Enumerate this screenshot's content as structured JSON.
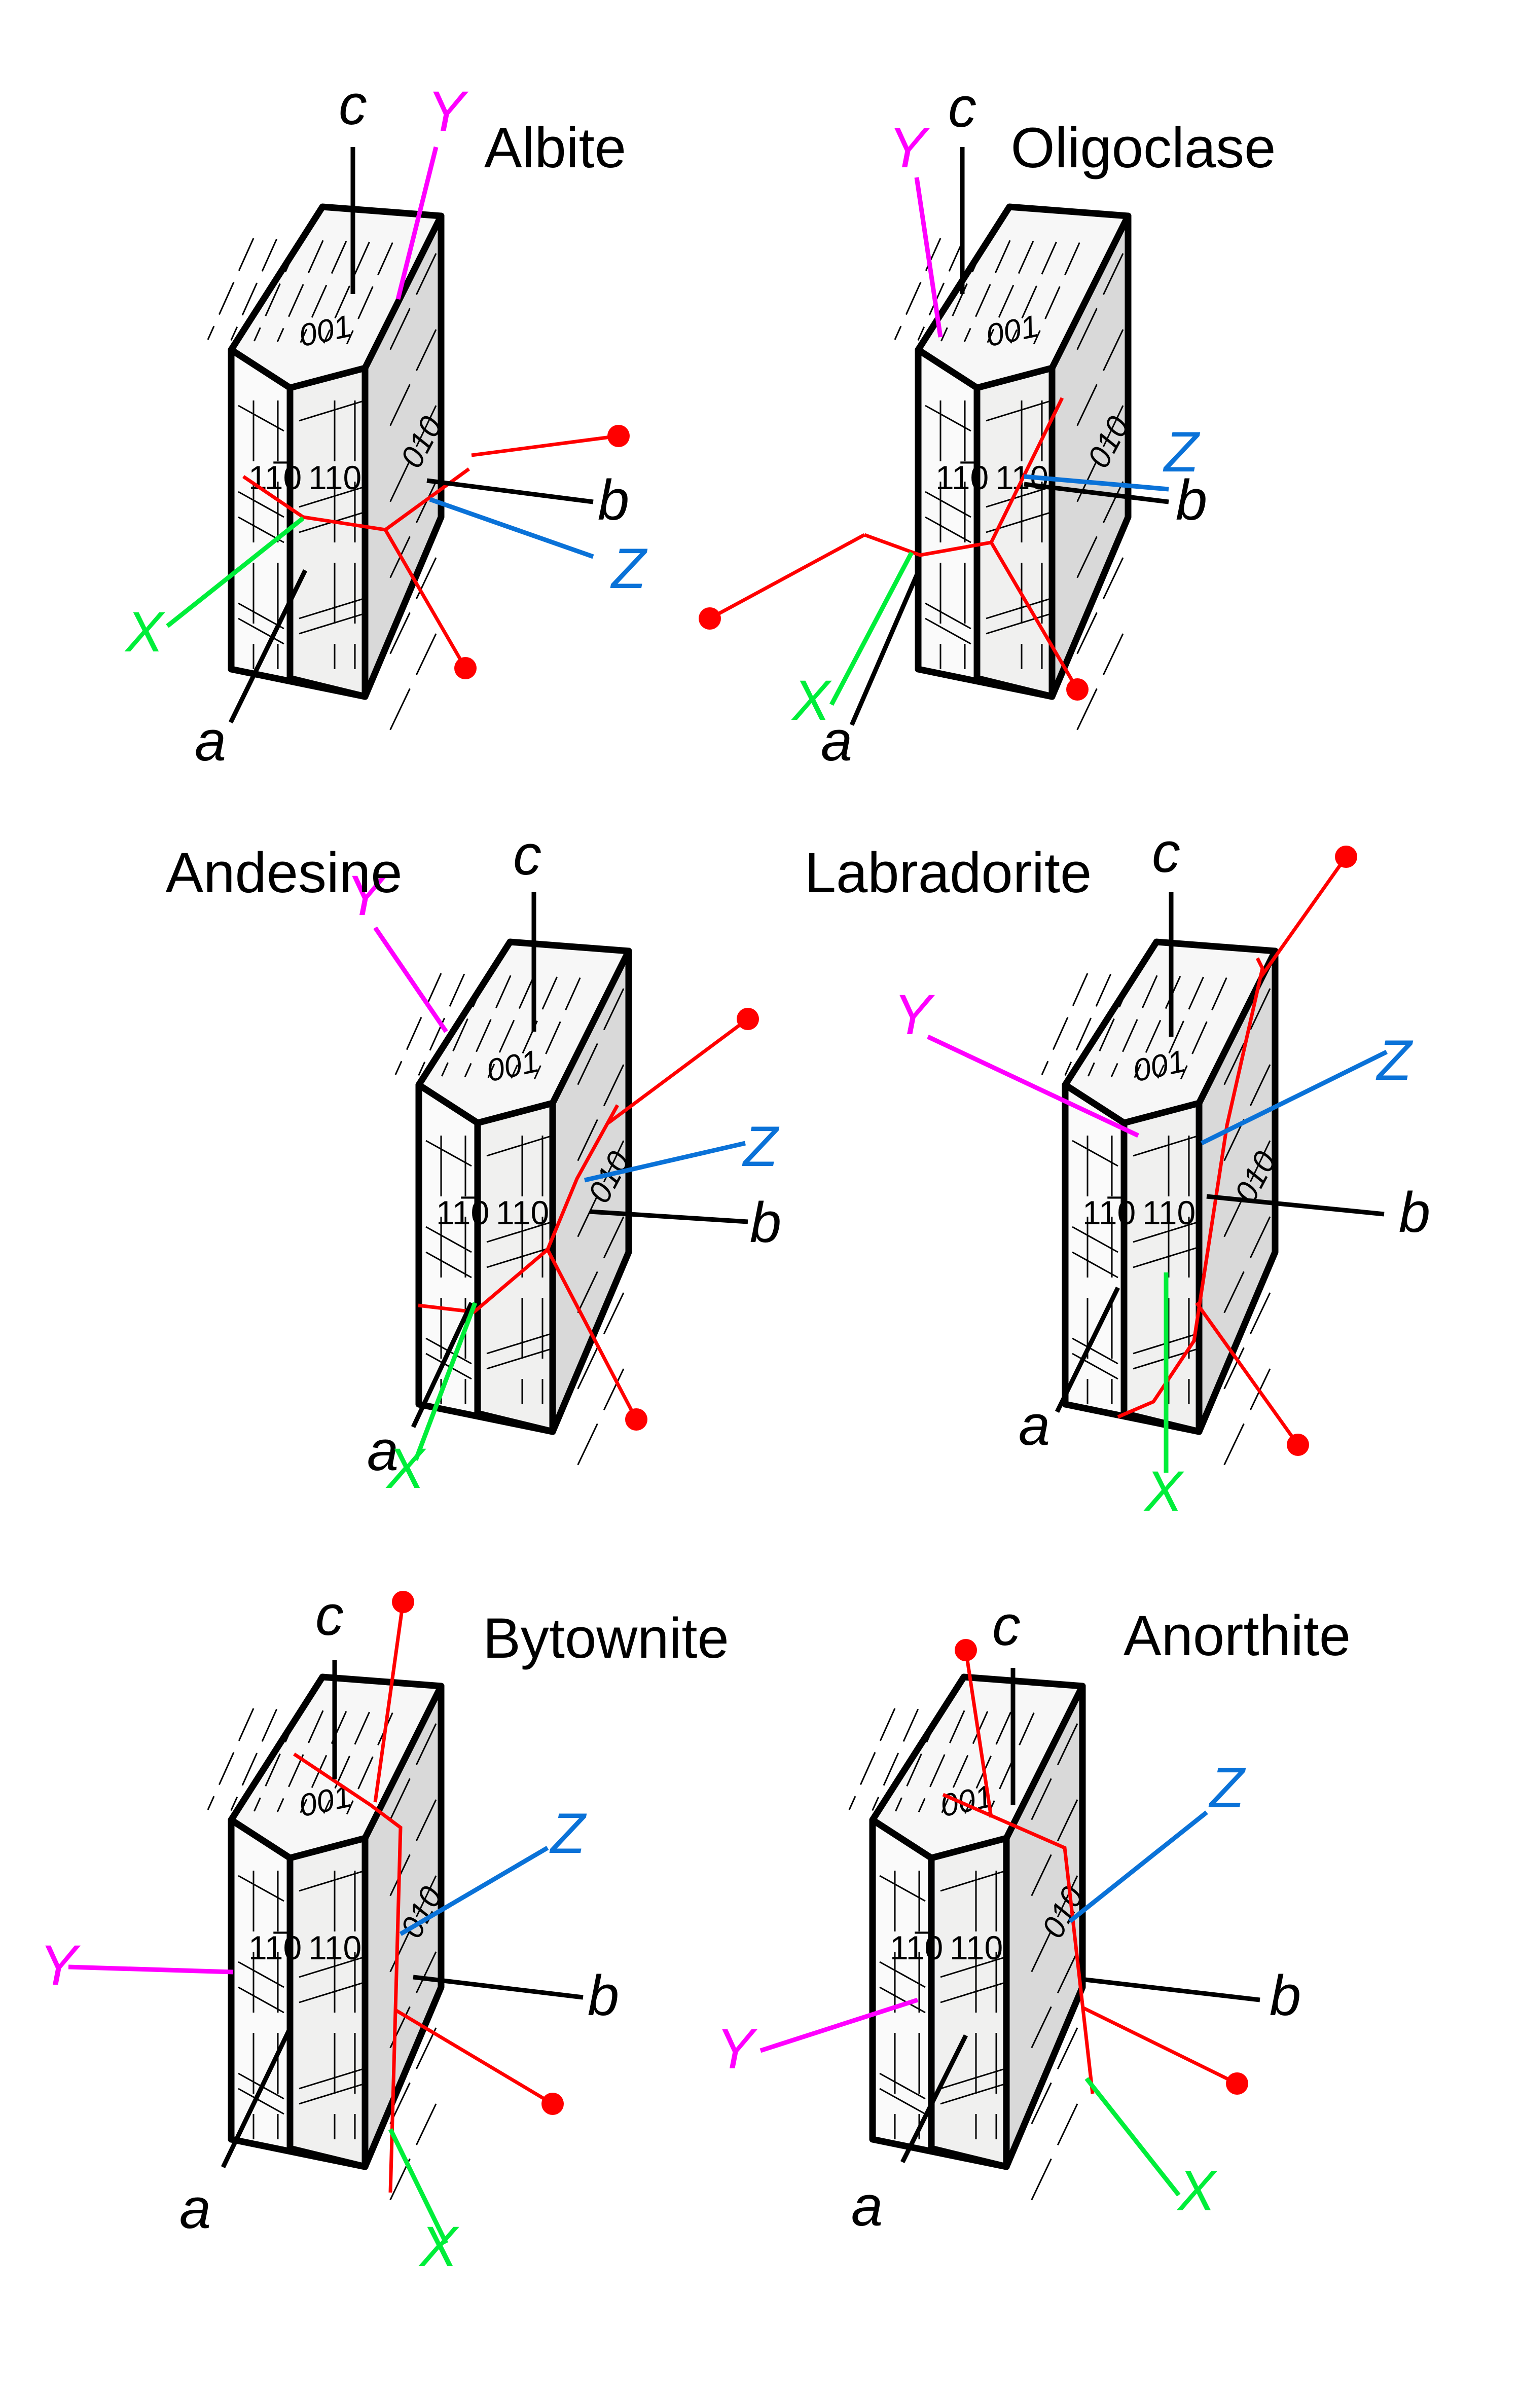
{
  "figure": {
    "title": "Optical orientation of plagioclase feldspars",
    "colors": {
      "crystal_axis": "#000000",
      "X": "#00ee3a",
      "Y": "#ff00ff",
      "Z": "#0a72d8",
      "optic_axis": "#ff0000",
      "face_top": "#f7f7f7",
      "face_front": "#f0f0ef",
      "face_left": "#fafafa",
      "face_side": "#d9d9d9"
    },
    "axis_labels": {
      "a": "a",
      "b": "b",
      "c": "c",
      "X": "X",
      "Y": "Y",
      "Z": "Z"
    },
    "face_labels": {
      "f001": "001",
      "f010": "010",
      "f110": "110",
      "f1bar10": "11̅0"
    },
    "panels": [
      {
        "id": "albite",
        "name": "Albite"
      },
      {
        "id": "oligoclase",
        "name": "Oligoclase"
      },
      {
        "id": "andesine",
        "name": "Andesine"
      },
      {
        "id": "labradorite",
        "name": "Labradorite"
      },
      {
        "id": "bytownite",
        "name": "Bytownite"
      },
      {
        "id": "anorthite",
        "name": "Anorthite"
      }
    ]
  }
}
